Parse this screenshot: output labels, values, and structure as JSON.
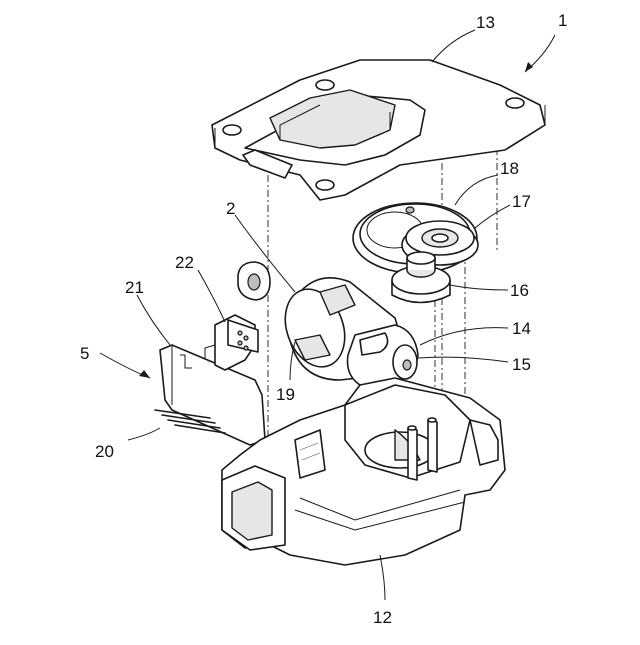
{
  "figure": {
    "labels": {
      "assembly": "1",
      "drive_shaft": "2",
      "connector_assembly": "5",
      "housing": "12",
      "cover": "13",
      "shaft_pin": "14",
      "gear_15": "15",
      "gear_16": "16",
      "gear_17": "17",
      "gear_18": "18",
      "motor_part": "19",
      "terminals": "20",
      "terminal_plate": "21",
      "contact_piece": "22"
    }
  }
}
